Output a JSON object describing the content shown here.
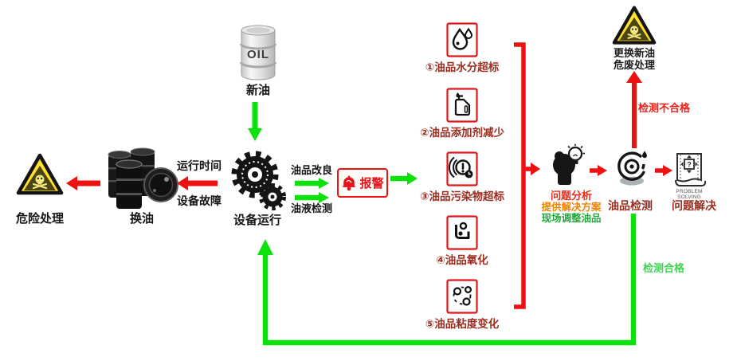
{
  "colors": {
    "flow_red": "#ee1111",
    "flow_green": "#0ce10c",
    "label_dark_red": "#9b2d20",
    "alert_red": "#e8131d",
    "pass_green": "#3fd454",
    "analysis_orange": "#f08300",
    "analysis_green": "#1fa83c",
    "warning_yellow": "#ffe12b"
  },
  "left_flow": {
    "hazard_label": "危险处理",
    "oil_change_label": "换油",
    "runtime_label": "运行时间",
    "fault_label": "设备故障"
  },
  "source": {
    "new_oil_label": "新油",
    "drum_text": "OIL"
  },
  "center": {
    "equipment_label": "设备运行",
    "improve_label": "油品改良",
    "detect_label": "油液检测",
    "alarm_label": "报警"
  },
  "issues": [
    {
      "icon": "water-drop-icon",
      "label": "①油品水分超标"
    },
    {
      "icon": "additive-can-icon",
      "label": "②油品添加剂减少"
    },
    {
      "icon": "contaminant-alert-icon",
      "label": "③油品污染物超标"
    },
    {
      "icon": "oxidation-icon",
      "label": "④油品氧化"
    },
    {
      "icon": "viscosity-icon",
      "label": "⑤油品粘度变化"
    }
  ],
  "analysis": {
    "line1": "问题分析",
    "line2": "提供解决方案",
    "line3": "现场调整油品"
  },
  "right_flow": {
    "oil_test_label": "油品检测",
    "fail_label": "检测不合格",
    "replace_line1": "更换新油",
    "replace_line2": "危废处理",
    "pass_label": "检测合格",
    "problem_caption": "PROBLEM SOLVING",
    "problem_label": "问题解决",
    "problem_icon_char": "?"
  }
}
